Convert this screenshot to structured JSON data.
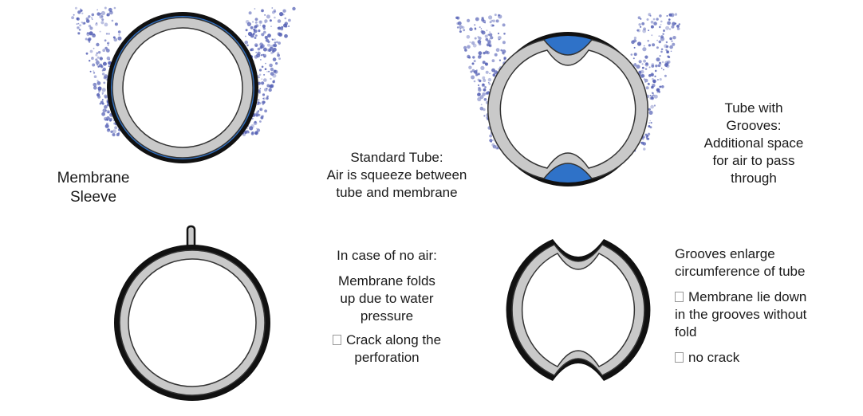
{
  "labels": {
    "membrane_sleeve": [
      "Membrane",
      "Sleeve"
    ],
    "standard_tube": [
      "Standard Tube:",
      "Air is squeeze between",
      "tube and membrane"
    ],
    "tube_grooves": [
      "Tube with",
      "Grooves:",
      "Additional space",
      "for air to pass",
      "through"
    ],
    "no_air_title": "In case of no air:",
    "no_air_folds": [
      "Membrane folds",
      "up due to water",
      "pressure"
    ],
    "no_air_crack": [
      "Crack along the",
      "perforation"
    ],
    "grooves_enlarge": [
      "Grooves enlarge",
      "circumference of tube"
    ],
    "membrane_lie": [
      "Membrane lie down",
      "in the grooves without",
      "fold"
    ],
    "no_crack": "no crack"
  },
  "colors": {
    "outer_ring": "#111111",
    "tube_gray": "#c9c9c9",
    "membrane_blue": "#2f72c8",
    "water_dots": "#5561b5"
  },
  "icons": {
    "bullet": "checkbox-square-icon"
  }
}
